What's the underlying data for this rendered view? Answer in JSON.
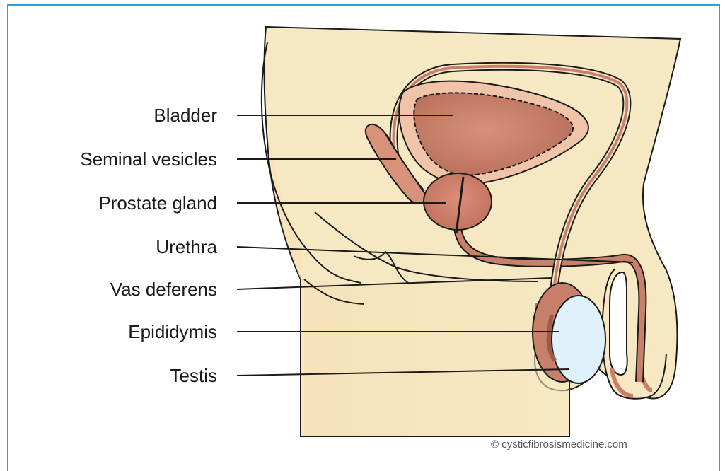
{
  "labels": {
    "bladder": "Bladder",
    "seminal_vesicles": "Seminal vesicles",
    "prostate_gland": "Prostate gland",
    "urethra": "Urethra",
    "vas_deferens": "Vas deferens",
    "epididymis": "Epididymis",
    "testis": "Testis"
  },
  "credit": "© cysticfibrosismedicine.com",
  "colors": {
    "frame": "#29a3dc",
    "skin": "#f6e8c2",
    "organ": "#c9806a",
    "testis": "#dff1fb",
    "outline": "#1a1a1a"
  }
}
